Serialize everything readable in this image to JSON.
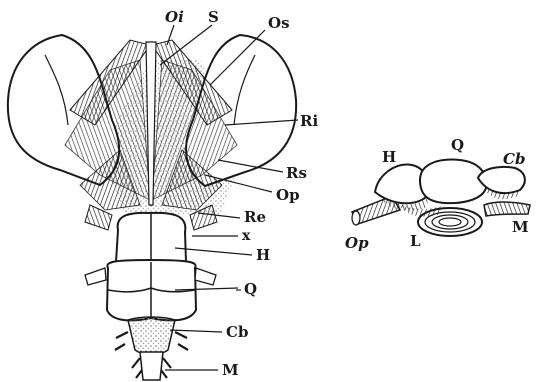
{
  "diagram": {
    "ink_color": "#1a1a1a",
    "paper_color": "#ffffff",
    "stipple_color": "#9a9a9a",
    "left_view": {
      "labels": {
        "oi": "Oi",
        "s": "S",
        "os": "Os",
        "ri": "Ri",
        "rs": "Rs",
        "op": "Op",
        "re": "Re",
        "x": "x",
        "h": "H",
        "q": "Q",
        "cb": "Cb",
        "m": "M"
      }
    },
    "right_view": {
      "labels": {
        "h": "H",
        "q": "Q",
        "cb": "Cb",
        "m": "M",
        "op": "Op",
        "l": "L"
      }
    }
  }
}
